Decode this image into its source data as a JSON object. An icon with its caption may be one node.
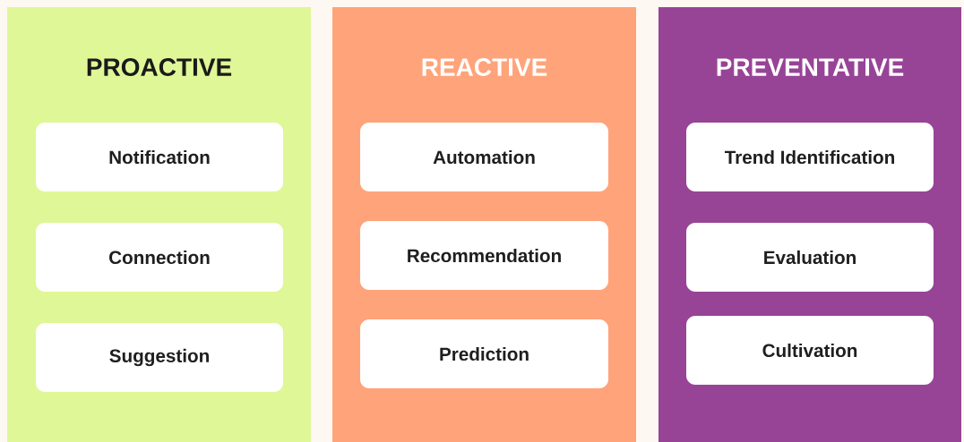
{
  "diagram": {
    "nodes": [
      {
        "text": [
          "PROACTIVE"
        ]
      },
      {
        "text": [
          "Notification"
        ],
        "in": 0
      },
      {
        "text": [
          "Connection"
        ],
        "in": 0
      },
      {
        "text": [
          "Suggestion"
        ],
        "in": 0
      },
      {
        "text": [
          "REACTIVE"
        ]
      },
      {
        "text": [
          "Automation"
        ],
        "in": 4
      },
      {
        "text": [
          "Recommendation"
        ],
        "in": 4
      },
      {
        "text": [
          "Prediction"
        ],
        "in": 4
      },
      {
        "text": [
          "PREVENTATIVE"
        ]
      },
      {
        "text": [
          "Trend Identification"
        ],
        "in": 8
      },
      {
        "text": [
          "Evaluation"
        ],
        "in": 8
      },
      {
        "text": [
          "Cultivation"
        ],
        "in": 8
      }
    ]
  }
}
